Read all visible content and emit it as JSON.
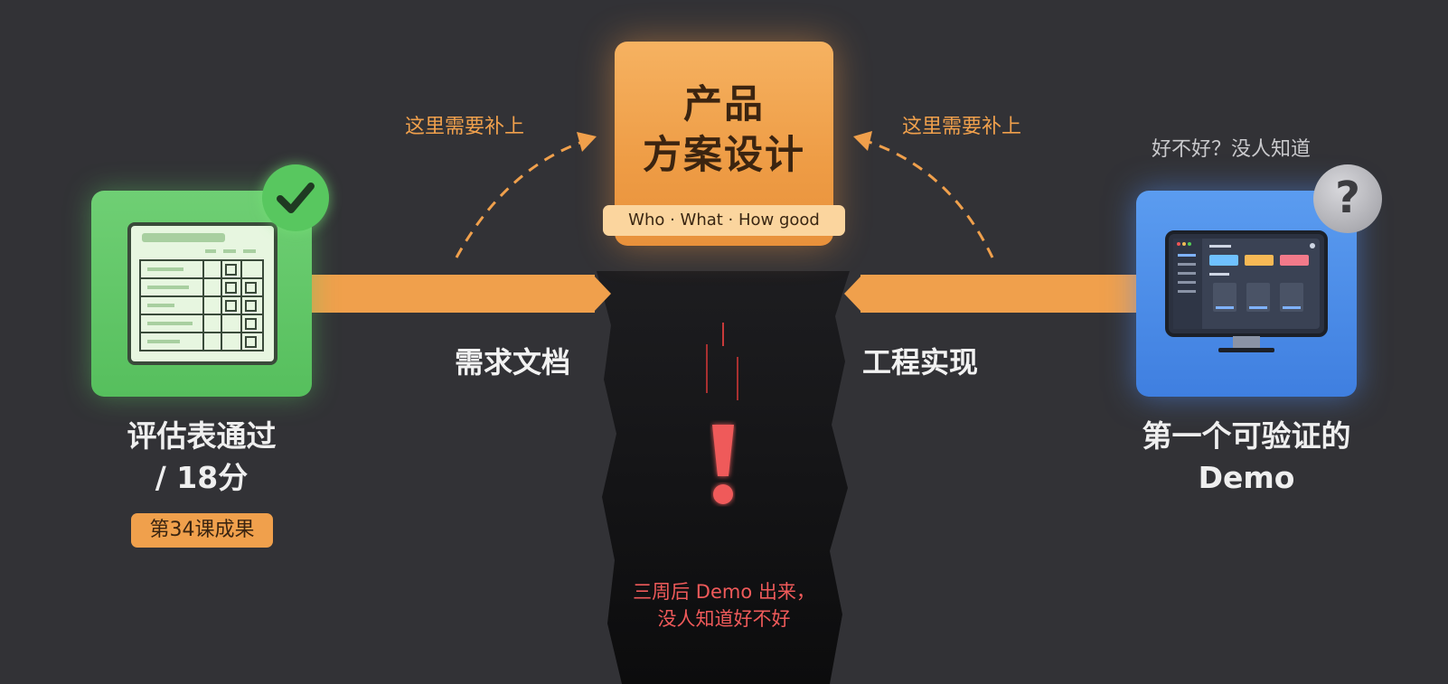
{
  "center": {
    "title_line1": "产品",
    "title_line2": "方案设计",
    "chip": "Who · What · How good"
  },
  "labels": {
    "left_arrow_note": "这里需要补上",
    "right_arrow_note": "这里需要补上",
    "left_bar": "需求文档",
    "right_bar": "工程实现",
    "question_note": "好不好？没人知道"
  },
  "left_card": {
    "title_line1": "评估表通过",
    "title_line2": "/ 18分",
    "badge": "第34课成果",
    "icon": "spreadsheet-icon"
  },
  "right_card": {
    "title_line1": "第一个可验证的",
    "title_line2": "Demo",
    "icon": "monitor-dashboard-icon"
  },
  "gap": {
    "warning_line1": "三周后 Demo 出来，",
    "warning_line2": "没人知道好不好",
    "icon": "exclamation-icon"
  },
  "colors": {
    "background": "#323236",
    "accent_orange": "#f0a04c",
    "green": "#58c75f",
    "blue": "#3f7fe0",
    "warning_red": "#ef5a5a"
  }
}
